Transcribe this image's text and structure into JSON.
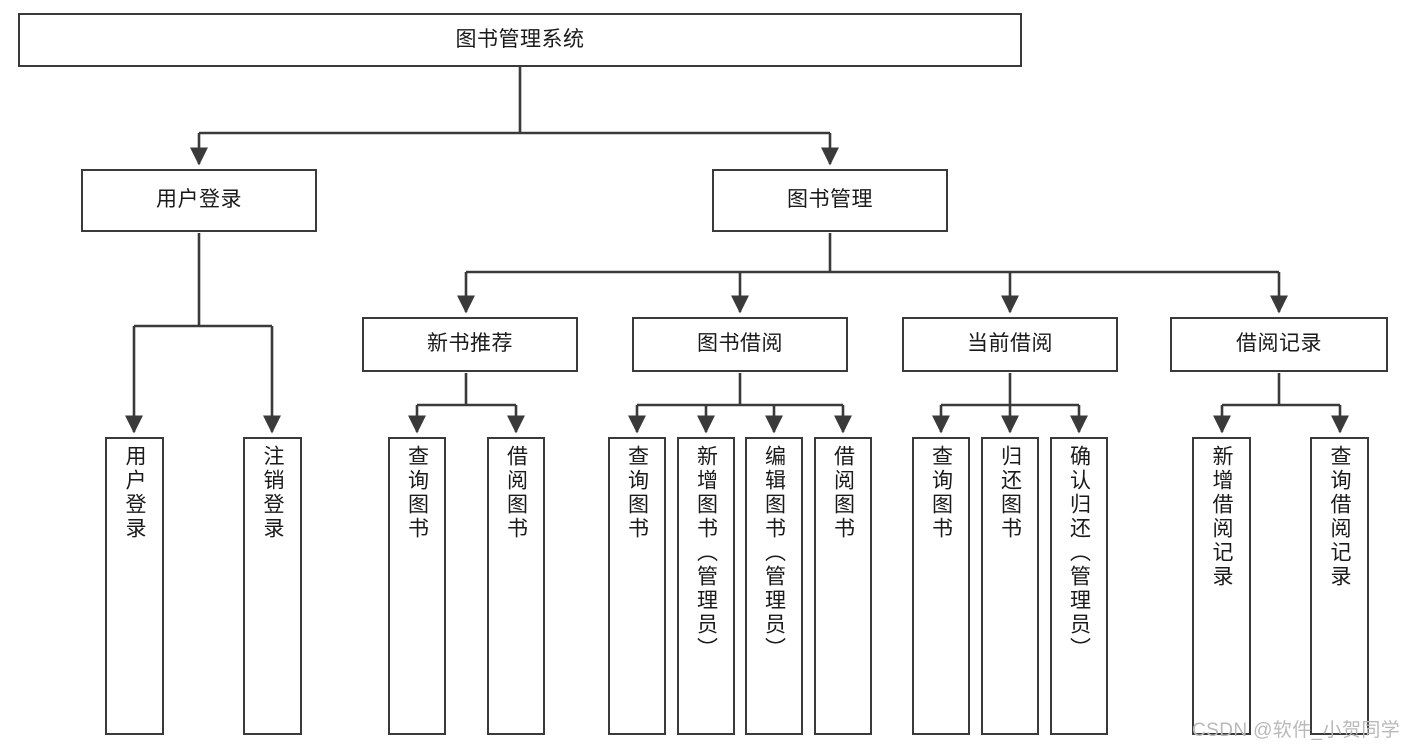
{
  "diagram": {
    "title": "图书管理系统",
    "type": "hierarchy-tree",
    "colors": {
      "box_stroke": "#3a3a3a",
      "box_fill": "#ffffff",
      "connector": "#3a3a3a",
      "text": "#1a1a1a",
      "watermark": "#b9b9b9",
      "background": "#ffffff"
    },
    "levels": {
      "root": {
        "label": "图书管理系统"
      },
      "level2": [
        {
          "label": "用户登录"
        },
        {
          "label": "图书管理"
        }
      ],
      "level3": [
        {
          "label": "新书推荐"
        },
        {
          "label": "图书借阅"
        },
        {
          "label": "当前借阅"
        },
        {
          "label": "借阅记录"
        }
      ],
      "leaves": {
        "user_login": [
          {
            "label": "用户登录"
          },
          {
            "label": "注销登录"
          }
        ],
        "new_book_recommend": [
          {
            "label": "查询图书"
          },
          {
            "label": "借阅图书"
          }
        ],
        "book_borrow": [
          {
            "label": "查询图书"
          },
          {
            "label": "新增图书（管理员）"
          },
          {
            "label": "编辑图书（管理员）"
          },
          {
            "label": "借阅图书"
          }
        ],
        "current_borrow": [
          {
            "label": "查询图书"
          },
          {
            "label": "归还图书"
          },
          {
            "label": "确认归还（管理员）"
          }
        ],
        "borrow_record": [
          {
            "label": "新增借阅记录"
          },
          {
            "label": "查询借阅记录"
          }
        ]
      }
    },
    "watermark": "CSDN @软件_小贺同学"
  }
}
